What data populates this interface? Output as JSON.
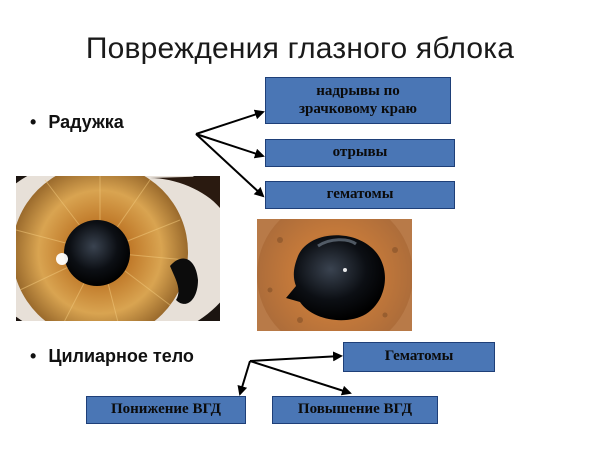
{
  "slide": {
    "title": "Повреждения глазного яблока",
    "bullets": [
      {
        "label": "Радужка"
      },
      {
        "label": "Цилиарное тело"
      }
    ],
    "iris_boxes": [
      "надрывы по\nзрачковому краю",
      "отрывы",
      "гематомы"
    ],
    "ciliary_boxes": {
      "top": "Гематомы",
      "left": "Понижение ВГД",
      "right": "Повышение ВГД"
    },
    "bullet_symbol": "•"
  },
  "colors": {
    "box_fill": "#4a76b5",
    "box_border": "#1e3f78",
    "arrow": "#000000"
  },
  "images": [
    {
      "name": "eye-photo-iridodialysis",
      "alt": "close-up of amber iris with torn edge"
    },
    {
      "name": "eye-photo-pupil-tear",
      "alt": "close-up of dilated irregular pupil"
    }
  ]
}
